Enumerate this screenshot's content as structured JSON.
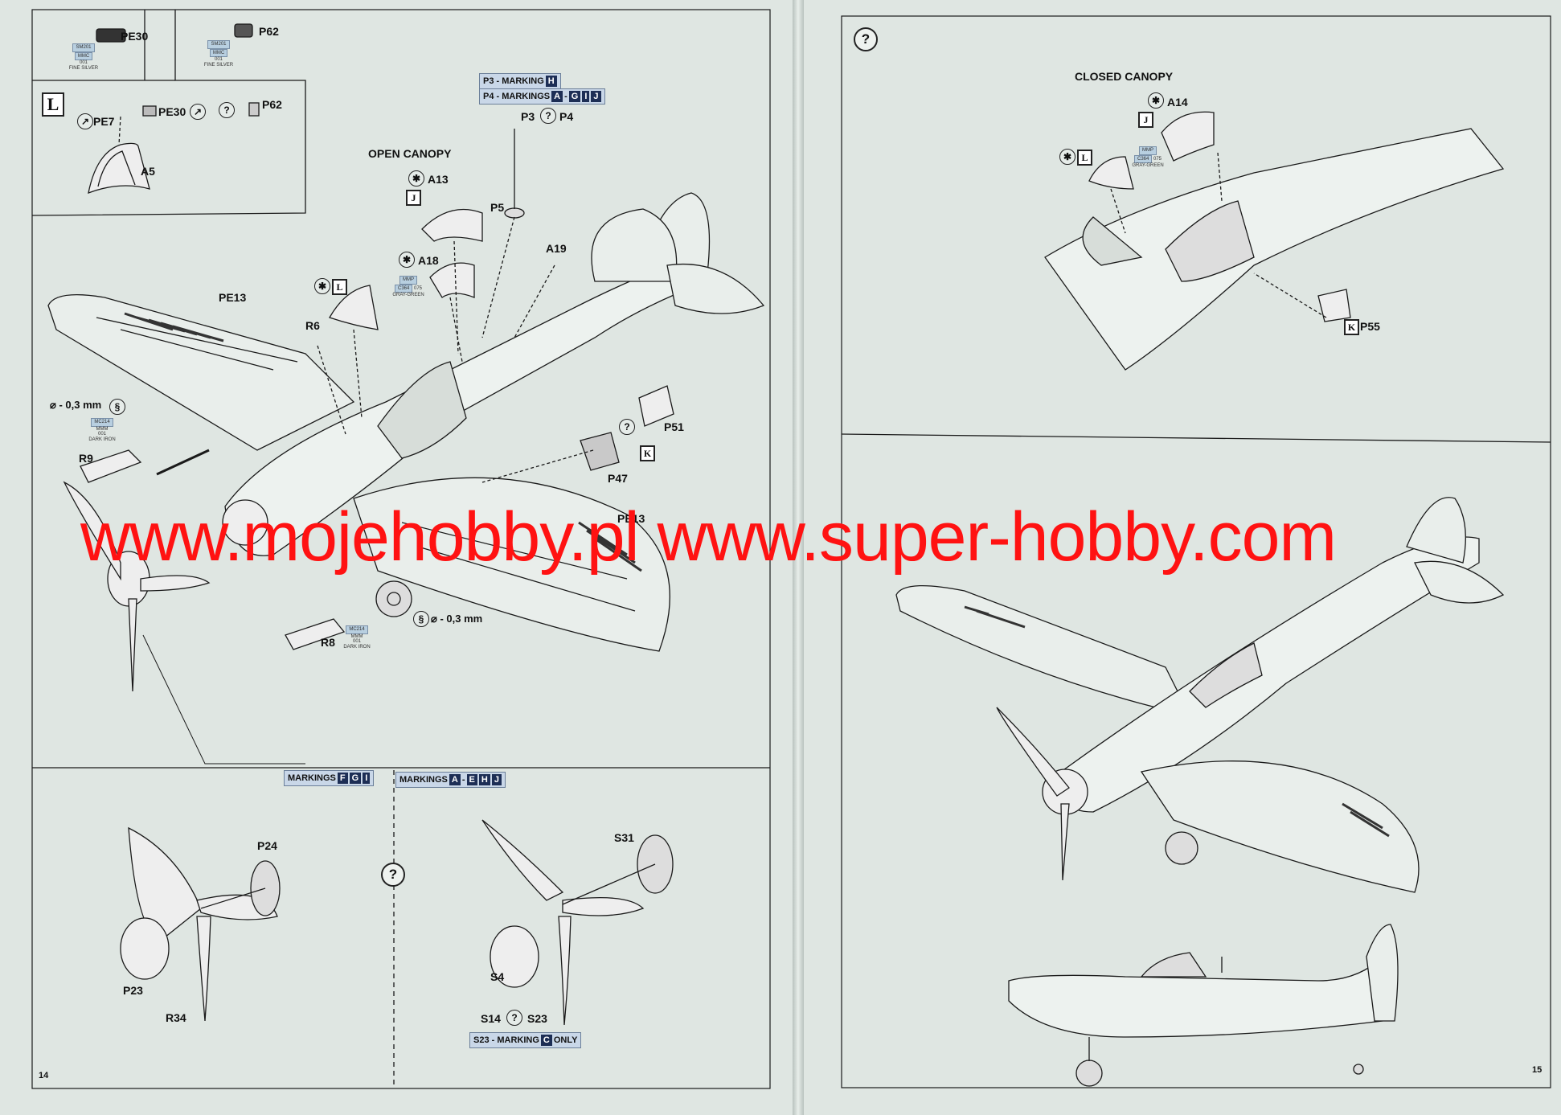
{
  "page_left": {
    "page_number": "14",
    "inset": {
      "step_letter": "L",
      "parts": [
        {
          "id": "pe30_top",
          "label": "PE30"
        },
        {
          "id": "p62_top",
          "label": "P62"
        },
        {
          "id": "pe7",
          "label": "PE7"
        },
        {
          "id": "pe30_mid",
          "label": "PE30"
        },
        {
          "id": "p62_mid",
          "label": "P62"
        },
        {
          "id": "a5",
          "label": "A5"
        }
      ],
      "paints": [
        {
          "code": "SM201",
          "line2": "MMC",
          "line3": "001",
          "name": "FINE SILVER"
        },
        {
          "code": "SM201",
          "line2": "MMC",
          "line3": "001",
          "name": "FINE SILVER"
        }
      ]
    },
    "main": {
      "open_canopy_label": "OPEN CANOPY",
      "marking_tags": {
        "p3": {
          "prefix": "P3 - MARKING",
          "letters": [
            "H"
          ]
        },
        "p4": {
          "prefix": "P4 - MARKINGS",
          "letters": [
            "A",
            "-",
            "G",
            "I",
            "J"
          ]
        }
      },
      "labels": {
        "p3_p4": "P3",
        "p4": "P4",
        "a13": "A13",
        "j": "J",
        "p5": "P5",
        "a19": "A19",
        "a18": "A18",
        "l": "L",
        "pe13_top": "PE13",
        "r6": "R6",
        "drill_top": "⌀ - 0,3 mm",
        "r9": "R9",
        "p51": "P51",
        "k": "K",
        "p47": "P47",
        "pe13_bottom": "PE13",
        "drill_bottom": "⌀ - 0,3 mm",
        "r8": "R8"
      },
      "paints": [
        {
          "code": "MMP",
          "line2": "C364",
          "line3": "075",
          "name": "GRAY-GREEN"
        },
        {
          "code": "MC214",
          "line2": "MMM",
          "line3": "001",
          "name": "DARK IRON"
        },
        {
          "code": "MC214",
          "line2": "MMM",
          "line3": "001",
          "name": "DARK IRON"
        }
      ]
    },
    "propellers": {
      "left_tag": {
        "prefix": "MARKINGS",
        "letters": [
          "F",
          "G",
          "I"
        ]
      },
      "right_tag": {
        "prefix": "MARKINGS",
        "letters": [
          "A",
          "-",
          "E",
          "H",
          "J"
        ]
      },
      "left_labels": {
        "p24": "P24",
        "p23": "P23",
        "r34": "R34"
      },
      "right_labels": {
        "s31": "S31",
        "s4": "S4",
        "s14": "S14",
        "s23": "S23"
      },
      "s23_tag": {
        "prefix": "S23 - MARKING",
        "letter": "C",
        "suffix": "ONLY"
      }
    }
  },
  "page_right": {
    "page_number": "15",
    "closed_canopy_label": "CLOSED CANOPY",
    "labels": {
      "a14": "A14",
      "j": "J",
      "l": "L",
      "k": "K",
      "p55": "P55"
    },
    "paint": {
      "code": "MMP",
      "line2": "C364",
      "line3": "075",
      "name": "GRAY-GREEN"
    }
  },
  "watermark": "www.mojehobby.pl www.super-hobby.com",
  "colors": {
    "page": "#dfe6e2",
    "watermark": "#ff1212",
    "tag_bg": "#c9d7e8",
    "tag_letter": "#1d2e55"
  }
}
